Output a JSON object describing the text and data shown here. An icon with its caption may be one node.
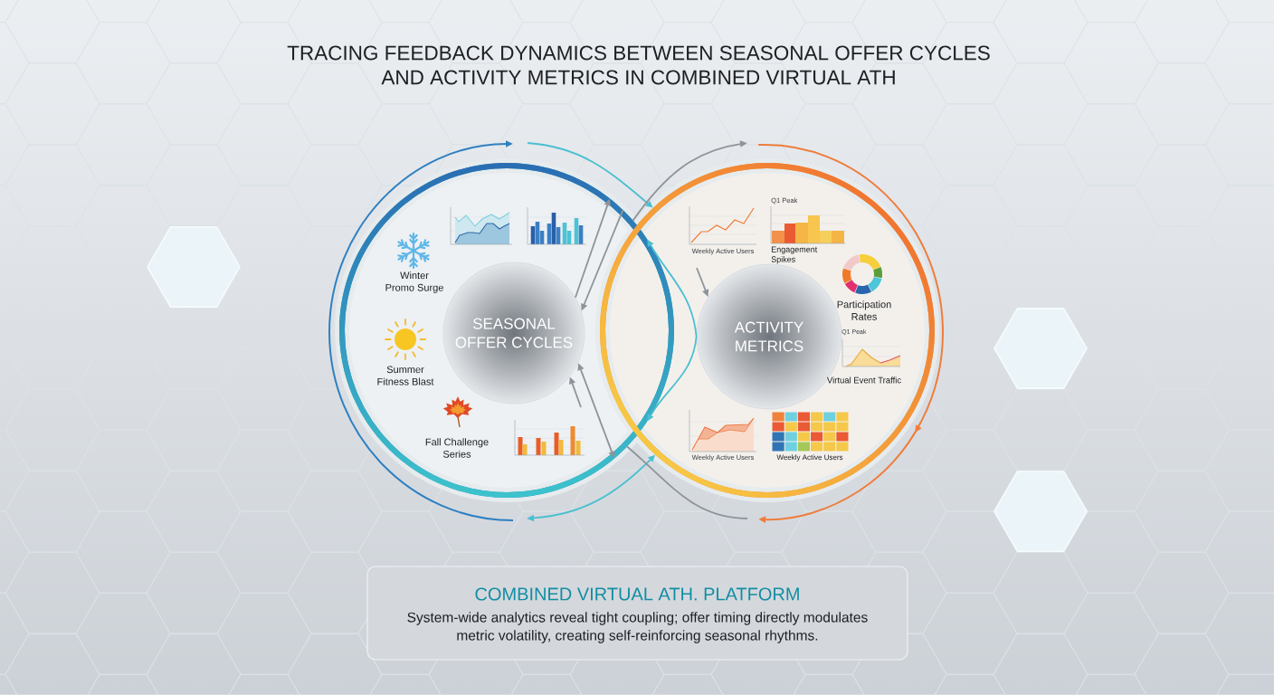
{
  "diagram": {
    "title": "TRACING FEEDBACK DYNAMICS BETWEEN SEASONAL OFFER CYCLES AND ACTIVITY METRICS IN COMBINED VIRTUAL ATH",
    "nodes": [
      {
        "text": [],
        "shape": "circle"
      },
      {
        "text": [
          "SEASONAL OFFER CYCLES"
        ],
        "in": 0
      },
      {
        "text": [],
        "shape": "circle"
      },
      {
        "text": [
          "ACTIVITY METRICS"
        ],
        "in": 2
      },
      {
        "text": [
          "COMBINED VIRTUAL ATH. PLATFORM",
          "System-wide analytics reveal tight coupling; offer timing directly modulates metric volatility, creating self-reinforcing seasonal rhythms."
        ]
      }
    ],
    "edges": [
      {
        "from": null,
        "to": 2,
        "arrow": "to",
        "color": "#4bbfd0"
      },
      {
        "from": null,
        "to": 2,
        "arrow": "both",
        "color": "#4bbfd0"
      },
      {
        "from": 0,
        "to": null,
        "arrow": "to"
      },
      {
        "from": null,
        "to": 0,
        "arrow": "none"
      },
      {
        "from": 0,
        "to": 1,
        "arrow": "to"
      },
      {
        "from": 1,
        "to": 0,
        "arrow": "to"
      },
      {
        "from": 1,
        "to": 0,
        "arrow": "both"
      },
      {
        "from": null,
        "to": 1,
        "arrow": "to"
      },
      {
        "from": 3,
        "to": 0,
        "arrow": "to",
        "color": "#4bbfd0"
      },
      {
        "from": 3,
        "to": 0,
        "arrow": "to",
        "color": "#4bbfd0"
      },
      {
        "from": null,
        "to": 3,
        "arrow": "to"
      }
    ],
    "labels": [
      "Winter Promo Surge",
      "Summer Fitness Blast",
      "Fall Challenge Series",
      "Weekly Active Users",
      "Q1 Peak",
      "Engagement Spikes",
      "Participation Rates",
      "Q1 Peak",
      "Virtual Event Traffic",
      "Weekly Active Users",
      "Weekly Active Users"
    ]
  }
}
